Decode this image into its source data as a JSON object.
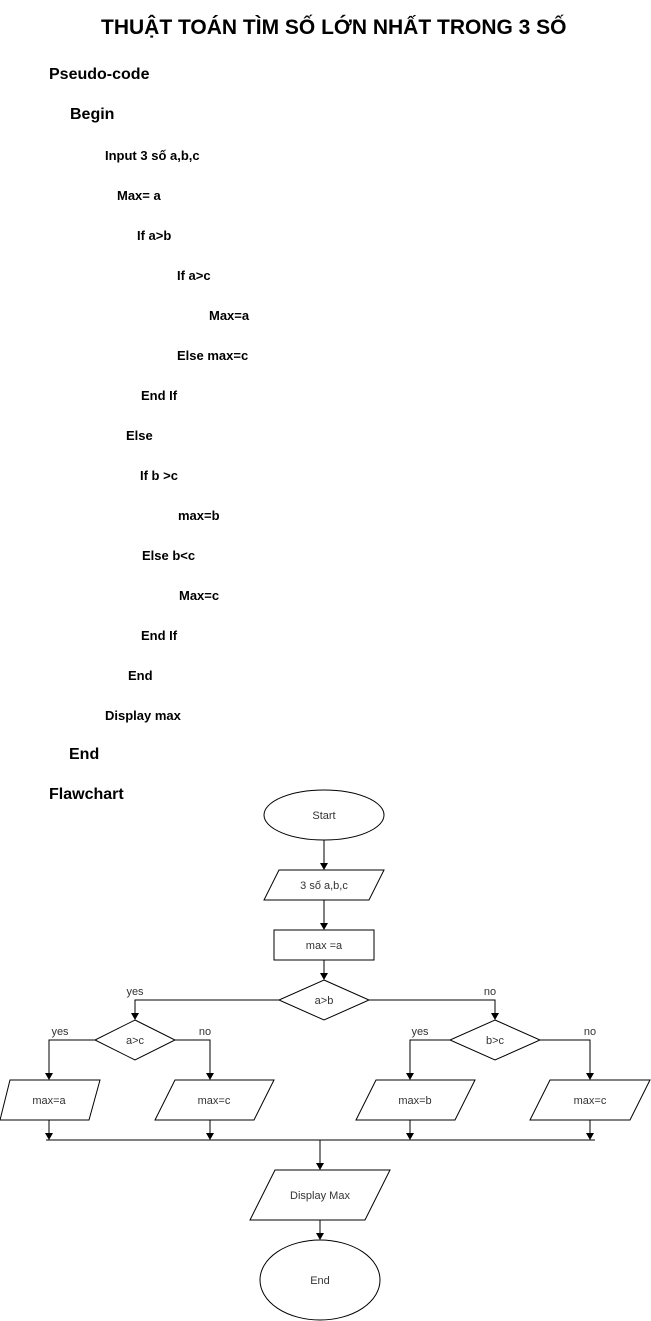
{
  "title": "THUẬT TOÁN TÌM SỐ LỚN NHẤT TRONG 3 SỐ",
  "pseudo_heading": "Pseudo-code",
  "pseudo": {
    "begin": "Begin",
    "input": "Input 3 số a,b,c",
    "max_a": "Max= a",
    "if_ab": "If a>b",
    "if_ac": "If a>c",
    "max_eq_a": "Max=a",
    "else_max_c": "Else max=c",
    "end_if_1": "End If",
    "else": "Else",
    "if_bc": "If b >c",
    "max_eq_b": "max=b",
    "else_bc": "Else b<c",
    "max_eq_c": "Max=c",
    "end_if_2": "End If",
    "end_inner": "End",
    "display": "Display max",
    "end": "End"
  },
  "flow_heading": "Flawchart",
  "flow": {
    "start": "Start",
    "input": "3 số a,b,c",
    "init": "max =a",
    "cond_ab": "a>b",
    "cond_ac": "a>c",
    "cond_bc": "b>c",
    "out_a": "max=a",
    "out_c1": "max=c",
    "out_b": "max=b",
    "out_c2": "max=c",
    "display": "Display Max",
    "end": "End",
    "yes": "yes",
    "no": "no"
  }
}
